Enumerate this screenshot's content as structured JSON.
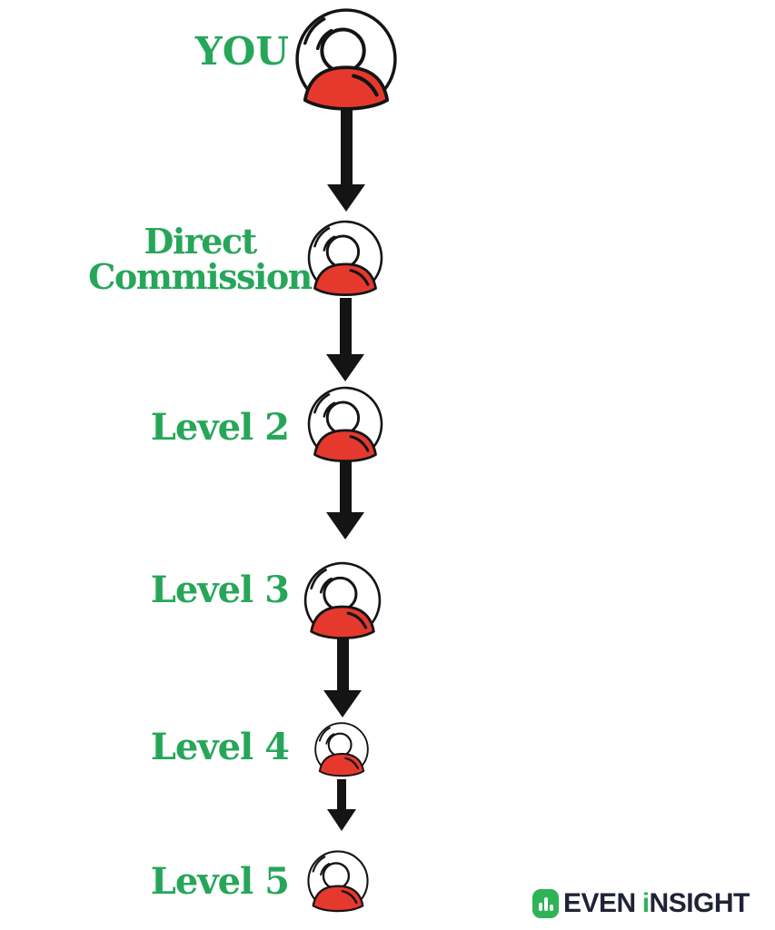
{
  "colors": {
    "label_green": "#27a65a",
    "body_red": "#e6392e",
    "ink_black": "#141414",
    "logo_green": "#2eb456",
    "logo_navy": "#1e2436"
  },
  "chain": {
    "description": "vertical referral commission chain, each node is a person icon linked by a downward arrow",
    "nodes": [
      {
        "label": "YOU",
        "icon": "person-icon"
      },
      {
        "label": "Direct Commission",
        "icon": "person-icon"
      },
      {
        "label": "Level 2",
        "icon": "person-icon"
      },
      {
        "label": "Level 3",
        "icon": "person-icon"
      },
      {
        "label": "Level 4",
        "icon": "person-icon"
      },
      {
        "label": "Level 5",
        "icon": "person-icon"
      }
    ],
    "connector": "down-arrow"
  },
  "logo": {
    "icon": "bar-chart-icon",
    "text_part1": "EVEN",
    "text_part2": "i",
    "text_part3": "NSIGHT"
  }
}
